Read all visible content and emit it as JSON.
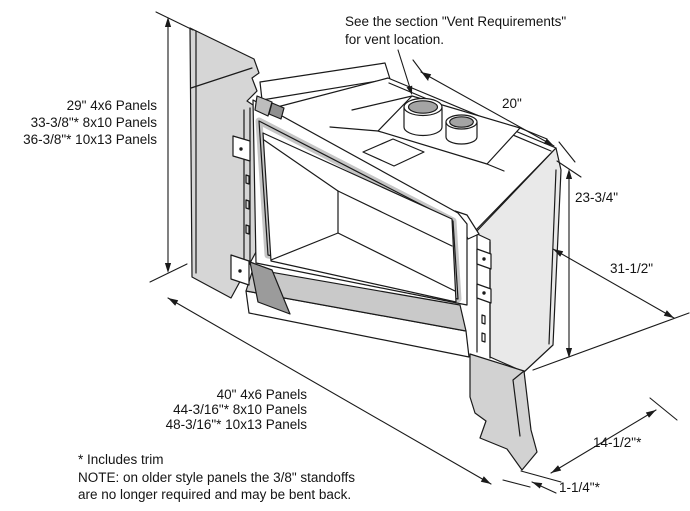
{
  "diagram": {
    "title_note": {
      "line1": "See the section \"Vent Requirements\"",
      "line2": "for vent location."
    },
    "height_labels": [
      "29\" 4x6 Panels",
      "33-3/8\"* 8x10 Panels",
      "36-3/8\"* 10x13 Panels"
    ],
    "width_labels": [
      "40\" 4x6 Panels",
      "44-3/16\"* 8x10 Panels",
      "48-3/16\"* 10x13 Panels"
    ],
    "dimensions": {
      "top_depth": "20\"",
      "side_height": "23-3/4\"",
      "total_depth": "31-1/2\"",
      "hearth_depth": "14-1/2\"*",
      "standoff_offset": "1-1/4\"*"
    },
    "footnotes": {
      "line1": "* Includes trim",
      "line2": "NOTE: on older style panels the 3/8\" standoffs",
      "line3": "are no longer required and may be bent back."
    },
    "colors": {
      "line": "#1a1a1a",
      "panel_gray": "#d6d6d6",
      "side_gray": "#e9e9e9",
      "frame_gray": "#c5c5c5",
      "hearth_gray": "#c9c9c9",
      "shadow_gray": "#9b9b9b",
      "vent_top_gray": "#a4a4a4"
    }
  }
}
